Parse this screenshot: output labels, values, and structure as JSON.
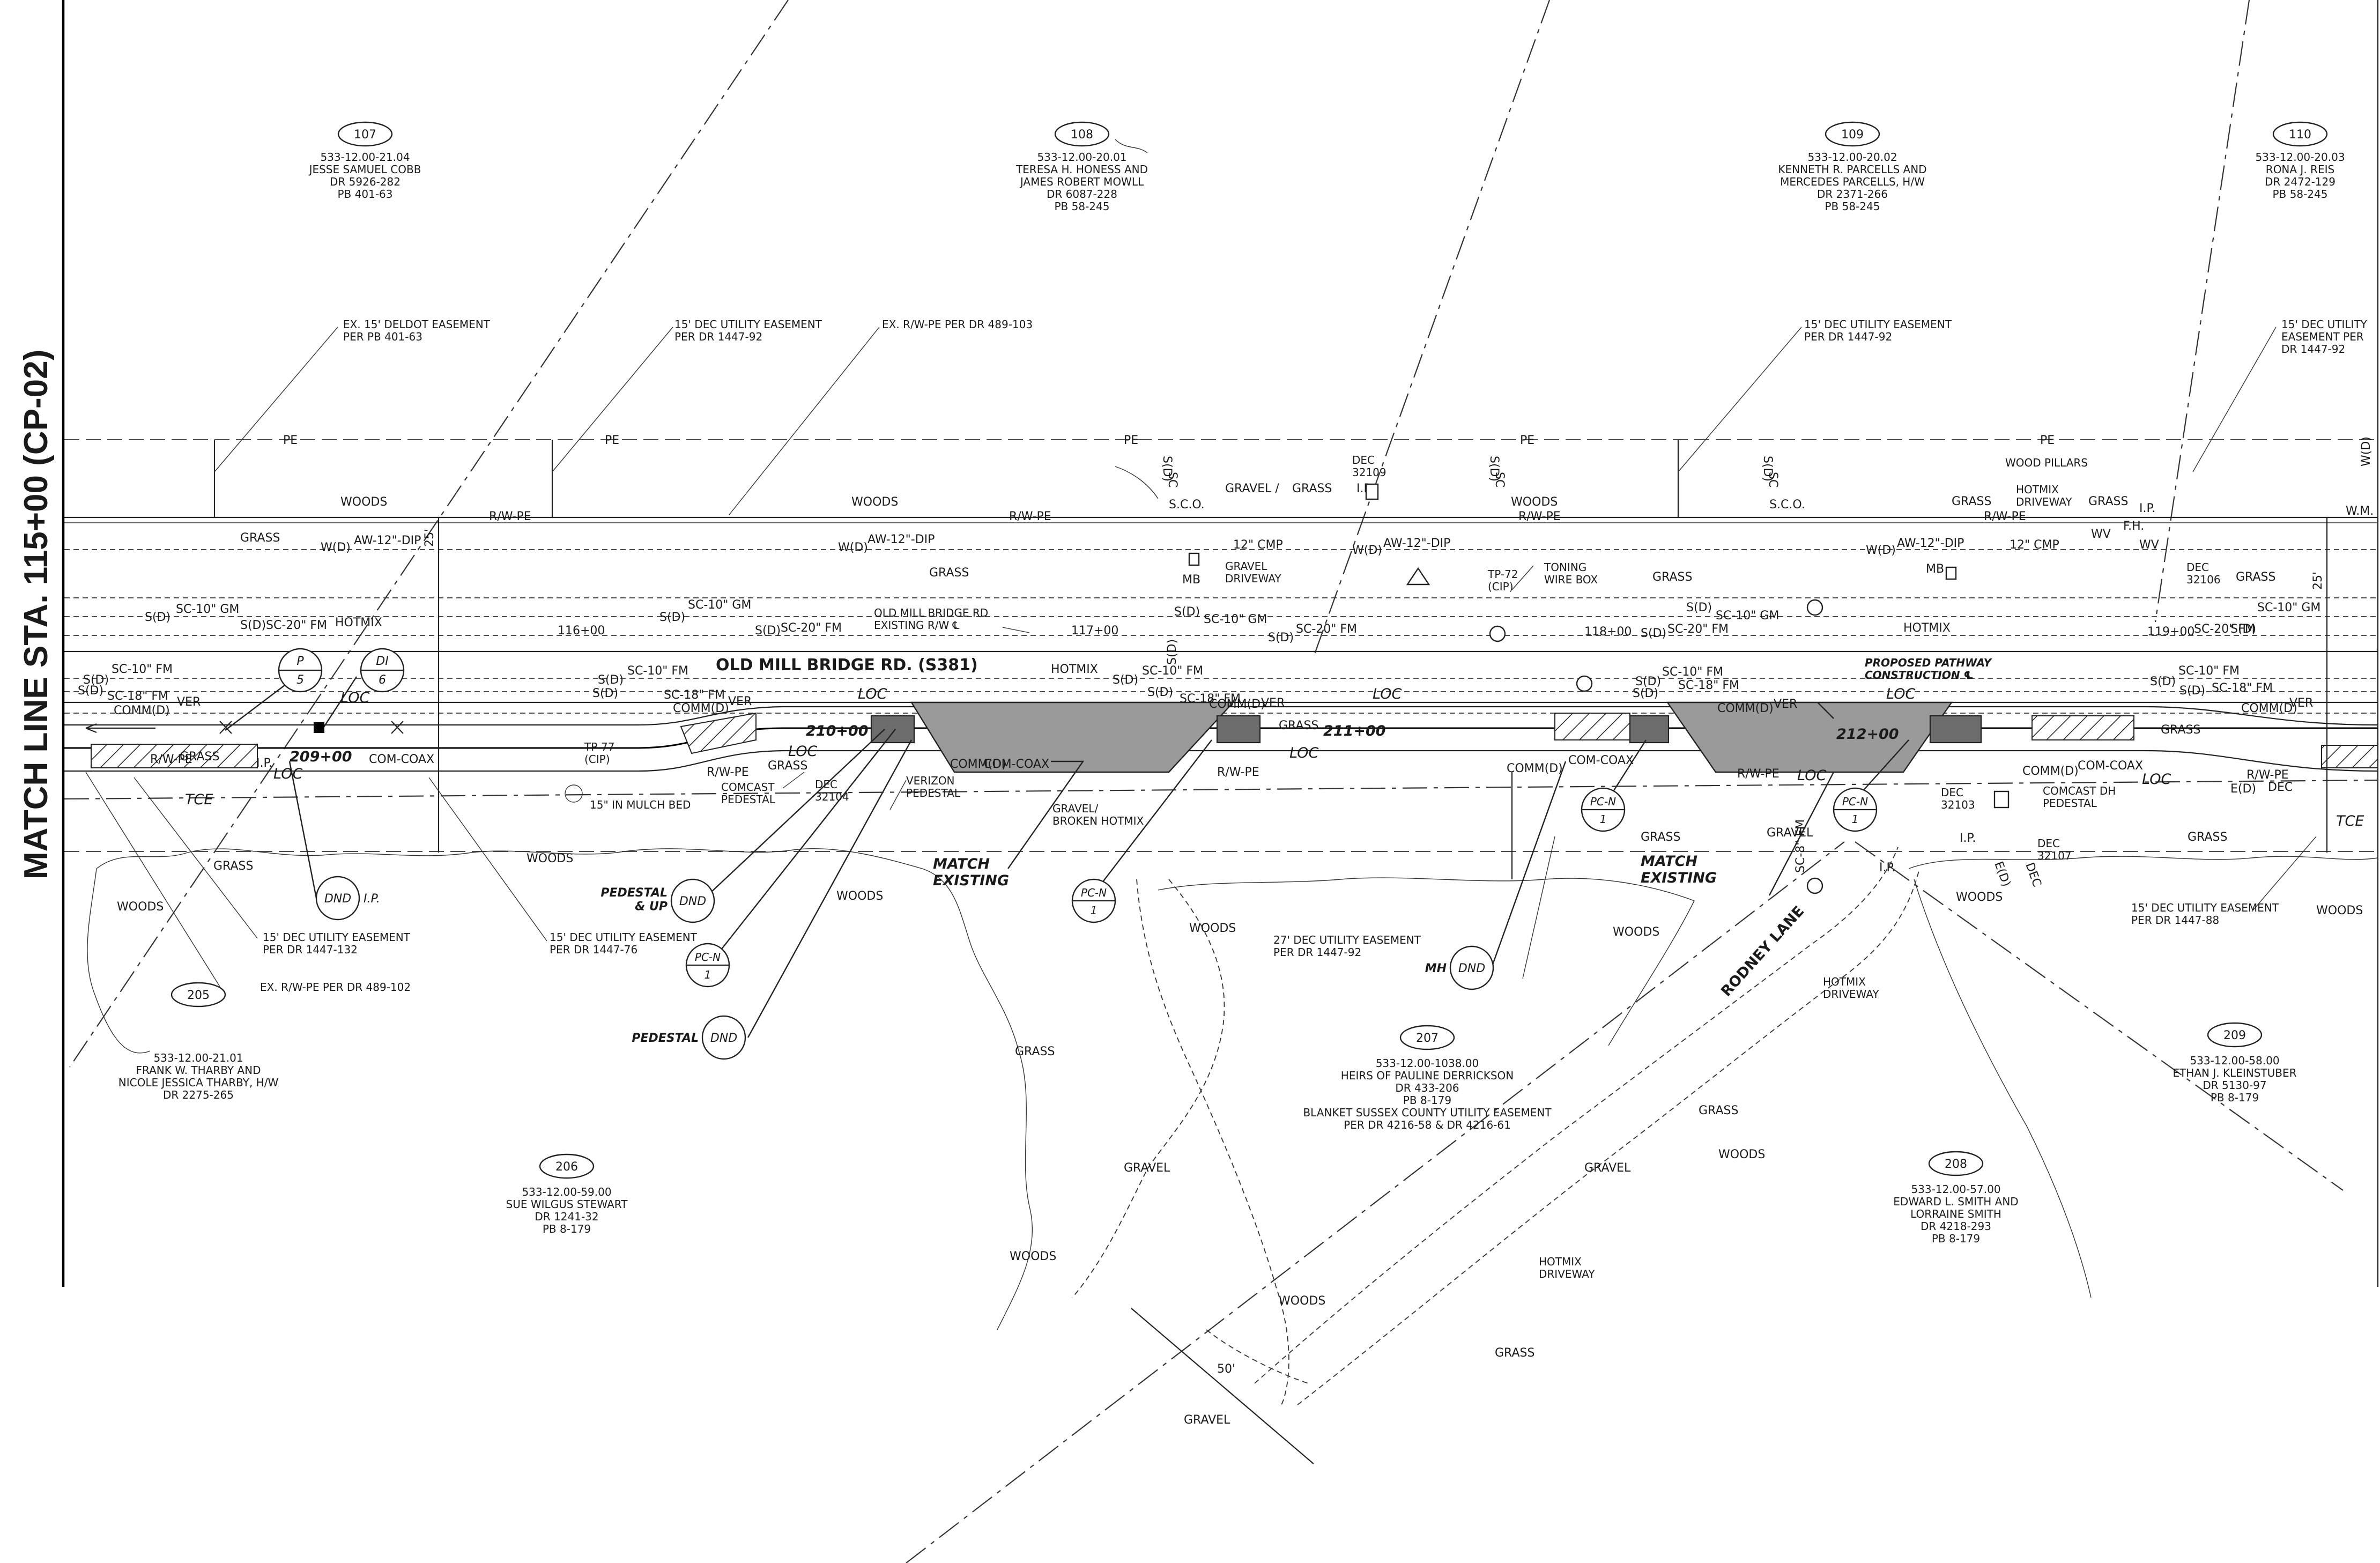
{
  "sheet": {
    "match_line": "MATCH LINE STA. 115+00 (CP-02)",
    "road_title": "OLD MILL BRIDGE RD. (S381)",
    "road_center_label": "OLD MILL BRIDGE RD\nEXISTING R/W ℄",
    "proposed_pathway": "PROPOSED PATHWAY\nCONSTRUCTION ℄",
    "rodney_lane": "RODNEY LANE",
    "match_existing": "MATCH\nEXISTING",
    "dim_25": "25'",
    "dim_50": "50'"
  },
  "parcels": [
    {
      "id": "107",
      "lines": "533-12.00-21.04\nJESSE SAMUEL COBB\nDR 5926-282\nPB 401-63"
    },
    {
      "id": "108",
      "lines": "533-12.00-20.01\nTERESA H. HONESS AND\nJAMES ROBERT MOWLL\nDR 6087-228\nPB 58-245"
    },
    {
      "id": "109",
      "lines": "533-12.00-20.02\nKENNETH R. PARCELLS AND\nMERCEDES PARCELLS, H/W\nDR 2371-266\nPB 58-245"
    },
    {
      "id": "110",
      "lines": "533-12.00-20.03\nRONA J. REIS\nDR 2472-129\nPB 58-245"
    },
    {
      "id": "205",
      "lines": "533-12.00-21.01\nFRANK W. THARBY AND\nNICOLE JESSICA THARBY, H/W\nDR 2275-265"
    },
    {
      "id": "206",
      "lines": "533-12.00-59.00\nSUE WILGUS STEWART\nDR 1241-32\nPB 8-179"
    },
    {
      "id": "207",
      "lines": "533-12.00-1038.00\nHEIRS OF PAULINE DERRICKSON\nDR 433-206\nPB 8-179\nBLANKET SUSSEX COUNTY UTILITY EASEMENT\nPER DR 4216-58 & DR 4216-61"
    },
    {
      "id": "208",
      "lines": "533-12.00-57.00\nEDWARD L. SMITH AND\nLORRAINE SMITH\nDR 4218-293\nPB 8-179"
    },
    {
      "id": "209",
      "lines": "533-12.00-58.00\nETHAN J. KLEINSTUBER\nDR 5130-97\nPB 8-179"
    }
  ],
  "easements": {
    "e1": "EX. 15' DELDOT EASEMENT\nPER PB 401-63",
    "e2": "15' DEC UTILITY EASEMENT\nPER DR 1447-92",
    "e3": "EX. R/W-PE PER DR 489-103",
    "e4": "15' DEC UTILITY EASEMENT\nPER DR 1447-92",
    "e5": "15' DEC UTILITY\nEASEMENT PER\nDR 1447-92",
    "e6": "15' DEC UTILITY EASEMENT\nPER DR 1447-132",
    "e7": "EX. R/W-PE PER DR 489-102",
    "e8": "15' DEC UTILITY EASEMENT\nPER DR 1447-76",
    "e9": "27' DEC UTILITY EASEMENT\nPER DR 1447-92",
    "e10": "15' DEC UTILITY EASEMENT\nPER DR 1447-88"
  },
  "stations": [
    "116+00",
    "117+00",
    "118+00",
    "119+00",
    "209+00",
    "210+00",
    "211+00",
    "212+00"
  ],
  "utilities": {
    "pe": "PE",
    "rwpe": "R/W-PE",
    "aw": "AW-12\"-DIP",
    "wd": "W(D)",
    "sc10gm": "SC-10\" GM",
    "sc20fm": "SC-20\" FM",
    "sc10fm": "SC-10\" FM",
    "sc18fm": "SC-18\" FM",
    "sd": "S(D)",
    "commd": "COMM(D)",
    "ver": "VER",
    "comcoax": "COM-COAX",
    "loc": "LOC",
    "tce": "TCE",
    "hotmix": "HOTMIX",
    "sco": "S.C.O.",
    "cmp": "12\" CMP",
    "mb": "MB",
    "wv": "WV",
    "fh": "F.H.",
    "wm": "W.M.",
    "ip": "I.P.",
    "sc8fm": "SC-8\" FM",
    "sc": "SC",
    "ed": "E(D)",
    "dec": "DEC",
    "ep": "E(D)",
    "tp72": "TP-72\n(CIP)",
    "tp77": "TP-77\n(CIP)",
    "toning": "TONING\nWIRE BOX",
    "dec32109": "DEC\n32109",
    "dec32106": "DEC\n32106",
    "dec32104": "DEC\n32104",
    "dec32103": "DEC\n32103",
    "dec32107": "DEC\n32107",
    "comcast_ped": "COMCAST\nPEDESTAL",
    "comcast_dh": "COMCAST DH\nPEDESTAL",
    "verizon_ped": "VERIZON\nPEDESTAL",
    "mulch": "15\" IN MULCH BED",
    "wood_pillars": "WOOD PILLARS",
    "hotmix_drive": "HOTMIX\nDRIVEWAY",
    "gravel_drive": "GRAVEL\nDRIVEWAY",
    "gravel_broken": "GRAVEL/\nBROKEN HOTMIX"
  },
  "surfaces": {
    "grass": "GRASS",
    "woods": "WOODS",
    "gravel": "GRAVEL",
    "gravel_slash": "GRAVEL /"
  },
  "callouts": {
    "p5": {
      "top": "P",
      "bot": "5"
    },
    "di6": {
      "top": "DI",
      "bot": "6"
    },
    "dnd": "DND",
    "pcn": {
      "top": "PC-N",
      "bot": "1"
    },
    "pedestal_up": "PEDESTAL\n& UP",
    "pedestal": "PEDESTAL",
    "mh": "MH",
    "ip": "I.P."
  }
}
